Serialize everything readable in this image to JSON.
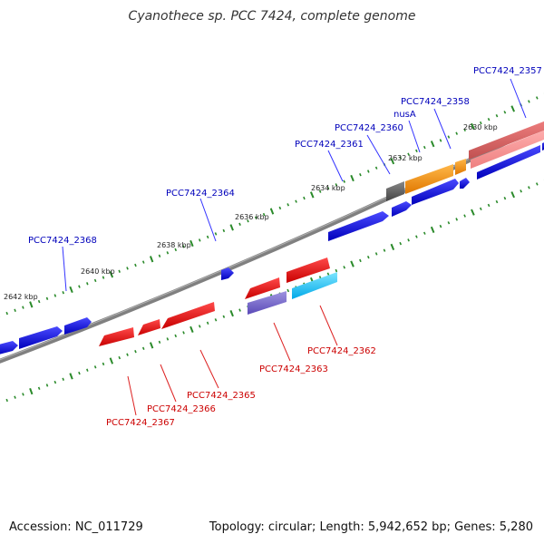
{
  "title": "Cyanothece sp. PCC 7424, complete genome",
  "footer": {
    "accession": "Accession: NC_011729",
    "summary": "Topology: circular; Length: 5,942,652 bp; Genes: 5,280"
  },
  "colors": {
    "backbone": "#808080",
    "tick": "#2a8a2a",
    "forward_gene": "#0000cc",
    "reverse_gene": "#dd0000",
    "forward_label": "#0000bb",
    "reverse_label": "#cc0000"
  },
  "scale_labels": [
    "2630 kbp",
    "2632 kbp",
    "2634 kbp",
    "2636 kbp",
    "2638 kbp",
    "2640 kbp",
    "2642 kbp"
  ],
  "gene_labels": {
    "forward": [
      "PCC7424_2357",
      "PCC7424_2358",
      "nusA",
      "PCC7424_2360",
      "PCC7424_2361",
      "PCC7424_2364",
      "PCC7424_2368"
    ],
    "reverse": [
      "PCC7424_2362",
      "PCC7424_2363",
      "PCC7424_2365",
      "PCC7424_2366",
      "PCC7424_2367"
    ]
  }
}
